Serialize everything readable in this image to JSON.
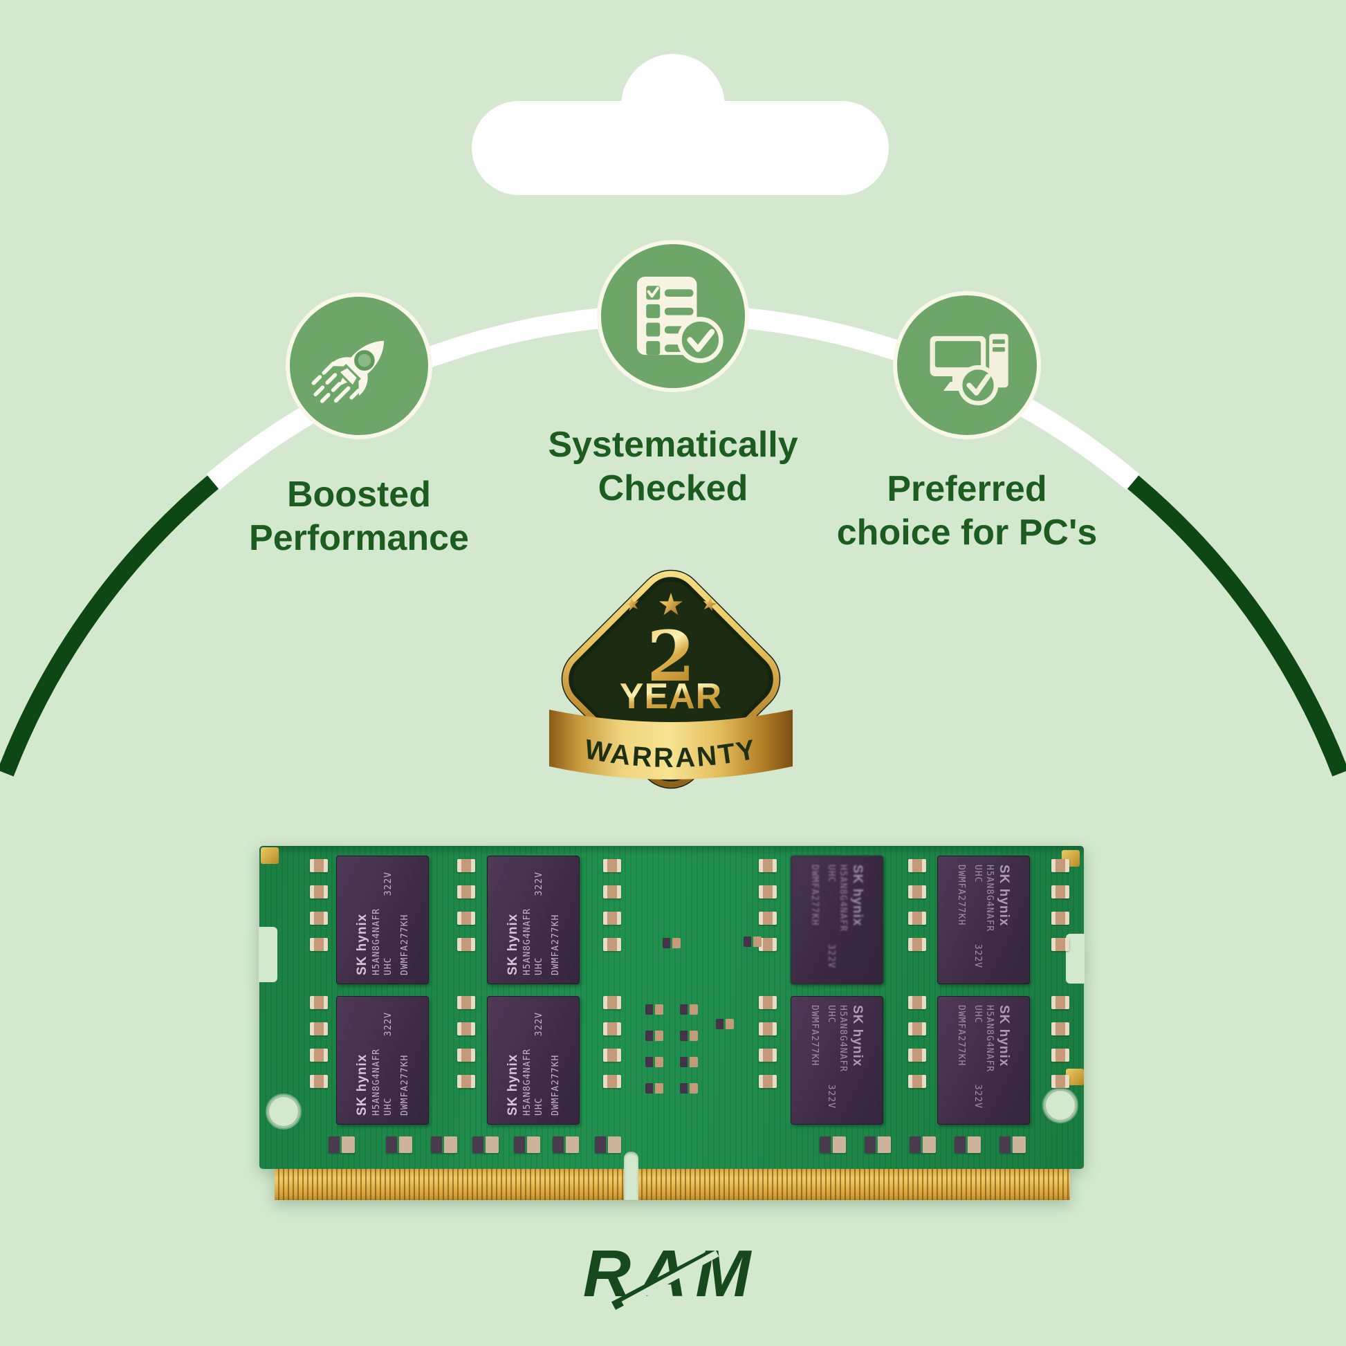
{
  "title": "RAM memory product card",
  "colors": {
    "background": "#d3e8ce",
    "accent_dark_green": "#14481c",
    "arc_dark_green": "#0d4714",
    "icon_circle_green": "#6ea569",
    "icon_cream": "#f8f4e4",
    "heading_green": "#1d5c21",
    "badge_dark": "#1b2c13",
    "gold": "#d2a244",
    "pcb_green": "#1f8a4a",
    "pin_gold": "#e3b14c"
  },
  "features": [
    {
      "icon": "rocket-icon",
      "line1": "Boosted",
      "line2": "Performance"
    },
    {
      "icon": "checklist-icon",
      "line1": "Systematically",
      "line2": "Checked"
    },
    {
      "icon": "pc-check-icon",
      "line1": "Preferred",
      "line2": "choice for PC's"
    }
  ],
  "badge": {
    "star": "★",
    "number": "2",
    "year": "YEAR",
    "warranty": "WARRANTY"
  },
  "module": {
    "brand": "SK hynix",
    "part": "H5AN8G4NAFR",
    "grade": "UHC",
    "code": "322V",
    "serial": "DWMFA277KH"
  },
  "logo": {
    "text": "RAM"
  }
}
